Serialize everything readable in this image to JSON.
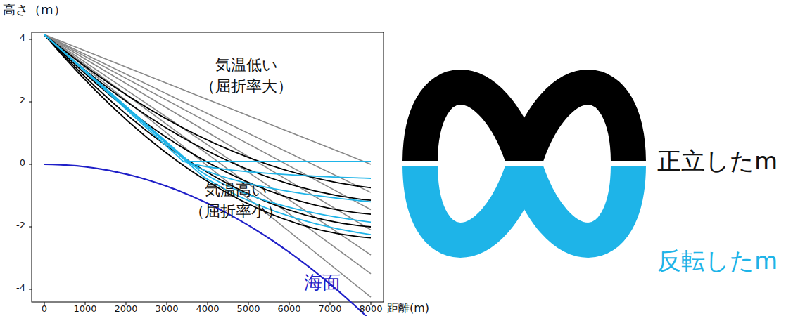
{
  "diagram": {
    "labels": [
      "高さ（m）",
      "4",
      "2",
      "0",
      "-2",
      "-4",
      "0",
      "1000",
      "2000",
      "3000",
      "4000",
      "5000",
      "6000",
      "7000",
      "8000",
      "距離(m)",
      "気温低い",
      "（屈折率大）",
      "気温高い",
      "（屈折率小）",
      "海面",
      "正立したm",
      "反転したm"
    ]
  }
}
